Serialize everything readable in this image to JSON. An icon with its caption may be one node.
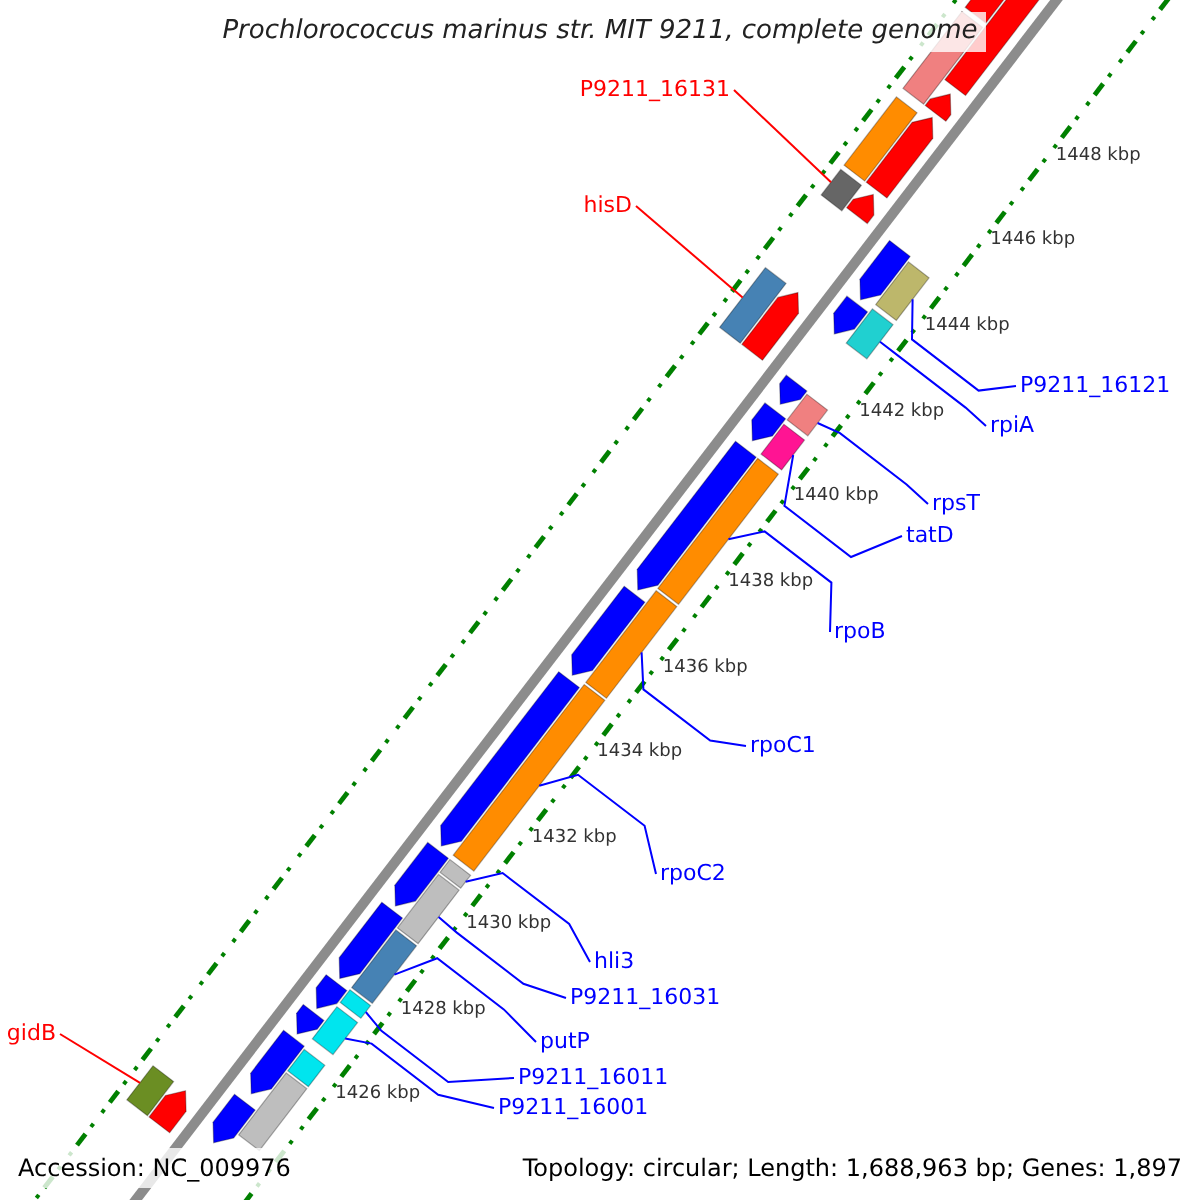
{
  "diagram": {
    "title": "Prochlorococcus marinus str. MIT 9211, complete genome",
    "nodes": [
      {
        "text": [
          "P9211_16131"
        ]
      },
      {
        "text": [
          "hisD"
        ]
      },
      {
        "text": [
          "P9211_16121"
        ]
      },
      {
        "text": [
          "rpiA"
        ]
      },
      {
        "text": [
          "rpsT"
        ]
      },
      {
        "text": [
          "tatD"
        ]
      },
      {
        "text": [
          "rpoB"
        ]
      },
      {
        "text": [
          "rpoC1"
        ]
      },
      {
        "text": [
          "rpoC2"
        ]
      },
      {
        "text": [
          "hli3"
        ]
      },
      {
        "text": [
          "P9211_16031"
        ]
      },
      {
        "text": [
          "gidB"
        ]
      },
      {
        "text": [
          "putP"
        ]
      },
      {
        "text": [
          "P9211_16011"
        ]
      },
      {
        "text": [
          "P9211_16001"
        ]
      },
      {
        "text": [],
        "shape": "box"
      },
      {
        "text": [],
        "shape": "box"
      },
      {
        "text": [],
        "shape": "box"
      },
      {
        "text": [],
        "shape": "box"
      },
      {
        "text": [],
        "shape": "box"
      },
      {
        "text": [],
        "shape": "box"
      },
      {
        "text": [],
        "shape": "box"
      },
      {
        "text": [],
        "shape": "box"
      },
      {
        "text": [],
        "shape": "box"
      },
      {
        "text": [],
        "shape": "box"
      },
      {
        "text": [],
        "shape": "box"
      },
      {
        "text": [],
        "shape": "box"
      },
      {
        "text": [],
        "shape": "box"
      },
      {
        "text": [],
        "shape": "box"
      },
      {
        "text": [],
        "shape": "box"
      },
      {
        "text": [],
        "shape": "pentagon"
      },
      {
        "text": [],
        "shape": "pentagon"
      },
      {
        "text": [],
        "shape": "pentagon"
      },
      {
        "text": [],
        "shape": "pentagon"
      },
      {
        "text": [],
        "shape": "pentagon"
      },
      {
        "text": [],
        "shape": "pentagon"
      },
      {
        "text": [],
        "shape": "pentagon"
      },
      {
        "text": [],
        "shape": "pentagon"
      },
      {
        "text": [],
        "shape": "pentagon"
      },
      {
        "text": [],
        "shape": "pentagon"
      },
      {
        "text": [],
        "shape": "pentagon"
      },
      {
        "text": [],
        "shape": "pentagon"
      },
      {
        "text": [],
        "shape": "pentagon"
      },
      {
        "text": [],
        "shape": "box"
      },
      {
        "text": [],
        "shape": "box"
      },
      {
        "text": [],
        "shape": "pentagon"
      },
      {
        "text": [],
        "shape": "pentagon"
      },
      {
        "text": [],
        "shape": "pentagon"
      },
      {
        "text": [],
        "shape": "pentagon"
      },
      {
        "text": [],
        "shape": "pentagon"
      },
      {
        "text": [],
        "shape": "pentagon"
      },
      {
        "text": [],
        "shape": "box"
      },
      {
        "text": [],
        "shape": "box"
      },
      {
        "text": [],
        "shape": "box"
      }
    ],
    "edges": [
      {
        "from": 0,
        "to": 15,
        "arrow": "none",
        "color": "#ff0000"
      },
      {
        "from": 1,
        "to": 16,
        "arrow": "none",
        "color": "#ff0000"
      },
      {
        "from": 2,
        "to": 17,
        "arrow": "none"
      },
      {
        "from": 3,
        "to": 18,
        "arrow": "none"
      },
      {
        "from": 4,
        "to": 19,
        "arrow": "none"
      },
      {
        "from": 5,
        "to": 20,
        "arrow": "none"
      },
      {
        "from": 6,
        "to": 21,
        "arrow": "none"
      },
      {
        "from": 7,
        "to": 22,
        "arrow": "none"
      },
      {
        "from": 8,
        "to": 23,
        "arrow": "none"
      },
      {
        "from": 9,
        "to": 24,
        "arrow": "none"
      },
      {
        "from": 10,
        "to": 25,
        "arrow": "none"
      },
      {
        "from": 11,
        "to": 26,
        "arrow": "none",
        "color": "#ff0000"
      },
      {
        "from": 12,
        "to": 27,
        "arrow": "none"
      },
      {
        "from": 13,
        "to": 28,
        "arrow": "none"
      },
      {
        "from": 14,
        "to": 29,
        "arrow": "none"
      }
    ],
    "labels": [
      "1448 kbp",
      "1446 kbp",
      "1444 kbp",
      "1442 kbp",
      "1440 kbp",
      "1438 kbp",
      "1436 kbp",
      "1434 kbp",
      "1432 kbp",
      "1430 kbp",
      "1428 kbp",
      "1426 kbp",
      "Accession: NC_009976",
      "Topology: circular; Length: 1,688,963 bp; Genes: 1,897"
    ]
  }
}
